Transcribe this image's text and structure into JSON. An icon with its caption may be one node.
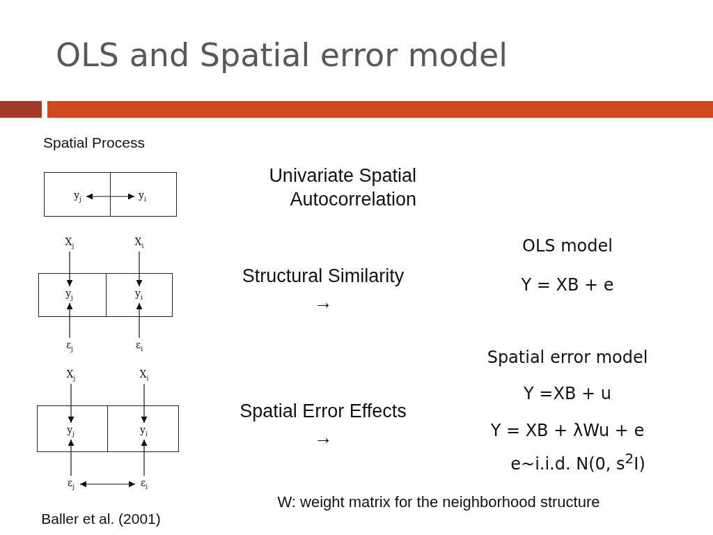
{
  "diagram": {
    "title": "OLS and Spatial error model",
    "nodes": [
      {
        "text": [],
        "shape": "box"
      },
      {
        "text": [
          "y$_{j}$"
        ],
        "in": 0
      },
      {
        "text": [],
        "shape": "box"
      },
      {
        "text": [
          "y$_{i}$"
        ],
        "in": 2
      },
      {
        "text": [
          "X$_{j}$"
        ]
      },
      {
        "text": [
          "X$_{i}$"
        ]
      },
      {
        "text": [],
        "shape": "box"
      },
      {
        "text": [
          "y$_{j}$"
        ],
        "in": 6
      },
      {
        "text": [],
        "shape": "box"
      },
      {
        "text": [
          "y$_{i}$"
        ],
        "in": 8
      },
      {
        "text": [
          "ε$_{j}$"
        ]
      },
      {
        "text": [
          "ε$_{i}$"
        ]
      },
      {
        "text": [
          "X$_{j}$"
        ]
      },
      {
        "text": [
          "X$_{i}$"
        ]
      },
      {
        "text": [],
        "shape": "box"
      },
      {
        "text": [
          "y$_{j}$"
        ],
        "in": 14
      },
      {
        "text": [],
        "shape": "box"
      },
      {
        "text": [
          "y$_{i}$"
        ],
        "in": 16
      },
      {
        "text": [
          "ε$_{j}$"
        ]
      },
      {
        "text": [
          "ε$_{i}$"
        ]
      }
    ],
    "edges": [
      {
        "from": 1,
        "to": 3,
        "arrow": "both"
      },
      {
        "from": 4,
        "to": 7,
        "arrow": "to"
      },
      {
        "from": 5,
        "to": 9,
        "arrow": "to"
      },
      {
        "from": 10,
        "to": 7,
        "arrow": "to"
      },
      {
        "from": 11,
        "to": 9,
        "arrow": "to"
      },
      {
        "from": 12,
        "to": 15,
        "arrow": "to"
      },
      {
        "from": 13,
        "to": 17,
        "arrow": "to"
      },
      {
        "from": 18,
        "to": 15,
        "arrow": "to"
      },
      {
        "from": 19,
        "to": 17,
        "arrow": "to"
      },
      {
        "from": 18,
        "to": 19,
        "arrow": "both"
      }
    ],
    "labels": [
      "Spatial Process",
      "Univariate Spatial Autocorrelation",
      "OLS model",
      "Y = XB + e",
      "Structural Similarity",
      "→",
      "Spatial error model",
      "Y =XB + u",
      "Spatial Error Effects",
      "→",
      "Y = XB + λWu + e",
      "e~i.i.d. N(0, s$^{2}$I)",
      "W: weight matrix for the neighborhood structure",
      "Baller et al. (2001)"
    ]
  }
}
